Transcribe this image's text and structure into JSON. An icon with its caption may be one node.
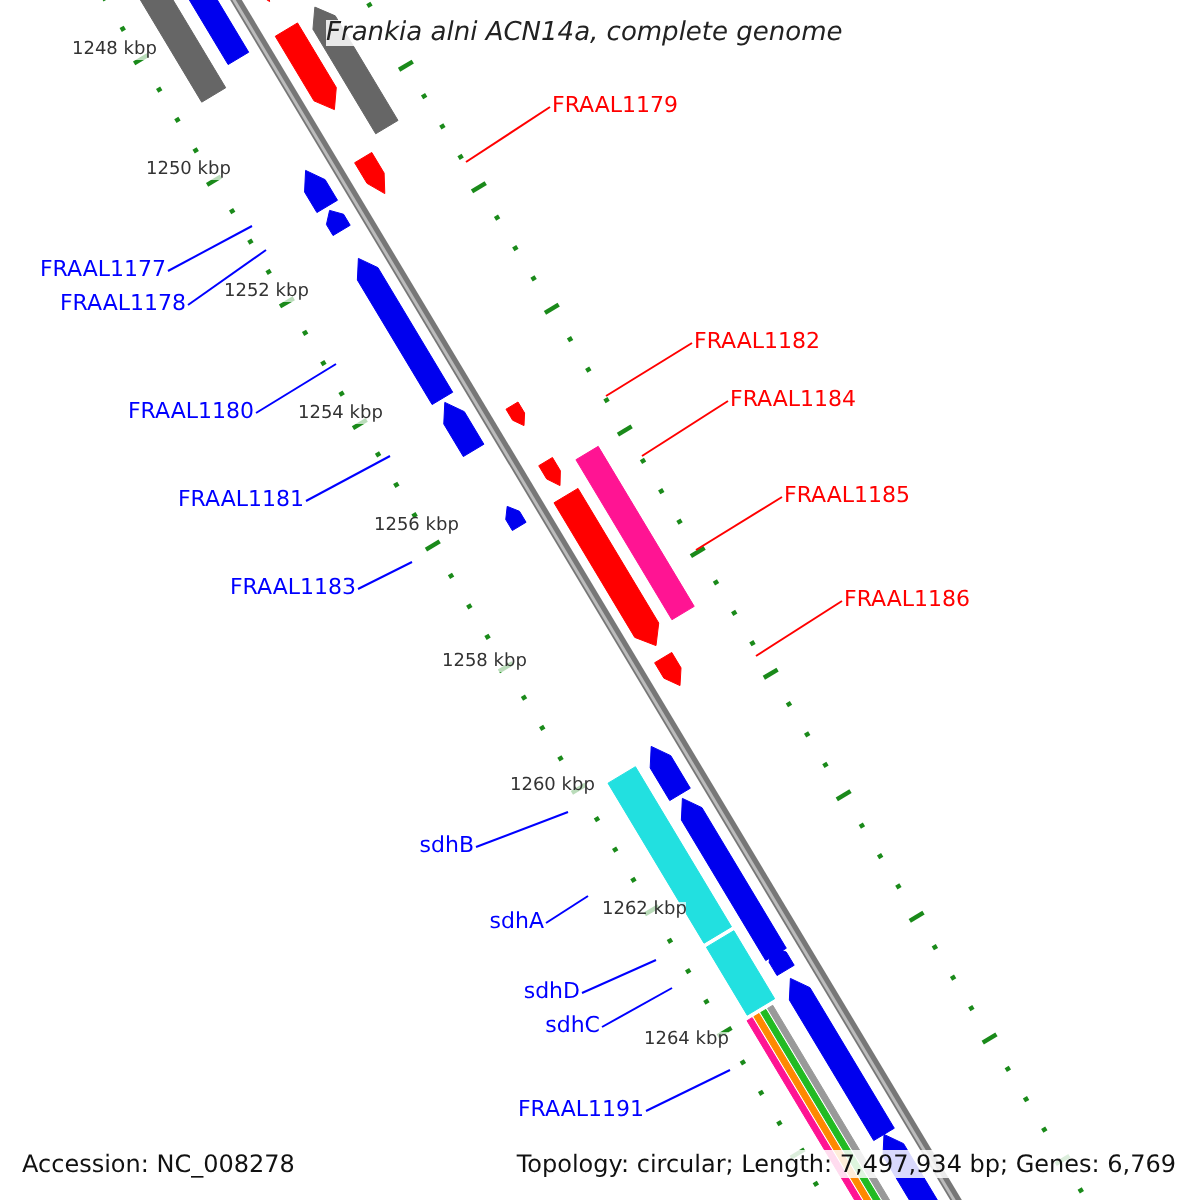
{
  "diagram": {
    "title": "Frankia alni ACN14a, complete genome",
    "nodes": [
      {
        "text": [
          "FRAAL1179"
        ]
      },
      {
        "text": [
          "FRAAL1177"
        ]
      },
      {
        "text": [
          "FRAAL1178"
        ]
      },
      {
        "text": [
          "FRAAL1182"
        ]
      },
      {
        "text": [
          "FRAAL1184"
        ]
      },
      {
        "text": [
          "FRAAL1180"
        ]
      },
      {
        "text": [
          "FRAAL1181"
        ]
      },
      {
        "text": [
          "FRAAL1185"
        ]
      },
      {
        "text": [
          "FRAAL1183"
        ]
      },
      {
        "text": [
          "FRAAL1186"
        ]
      },
      {
        "text": [
          "sdhB"
        ]
      },
      {
        "text": [
          "sdhA"
        ]
      },
      {
        "text": [
          "sdhD"
        ]
      },
      {
        "text": [
          "sdhC"
        ]
      },
      {
        "text": [
          "FRAAL1191"
        ]
      }
    ],
    "edges": [
      {
        "from": 0,
        "to": null,
        "arrow": "none",
        "color": "#ff0000"
      },
      {
        "from": 1,
        "to": null,
        "arrow": "none"
      },
      {
        "from": 2,
        "to": null,
        "arrow": "none"
      },
      {
        "from": 3,
        "to": null,
        "arrow": "none",
        "color": "#ff0000"
      },
      {
        "from": 4,
        "to": null,
        "arrow": "none",
        "color": "#ff0000"
      },
      {
        "from": 5,
        "to": null,
        "arrow": "none"
      },
      {
        "from": 6,
        "to": null,
        "arrow": "none"
      },
      {
        "from": 7,
        "to": null,
        "arrow": "none",
        "color": "#ff0000"
      },
      {
        "from": 8,
        "to": null,
        "arrow": "none"
      },
      {
        "from": 9,
        "to": null,
        "arrow": "none",
        "color": "#ff0000"
      },
      {
        "from": 10,
        "to": null,
        "arrow": "none"
      },
      {
        "from": 11,
        "to": null,
        "arrow": "none"
      },
      {
        "from": 12,
        "to": null,
        "arrow": "none"
      },
      {
        "from": 13,
        "to": null,
        "arrow": "none"
      },
      {
        "from": 14,
        "to": null,
        "arrow": "none"
      }
    ],
    "labels": [
      "1248 kbp",
      "1250 kbp",
      "1252 kbp",
      "1254 kbp",
      "1256 kbp",
      "1258 kbp",
      "1260 kbp",
      "1262 kbp",
      "1264 kbp",
      "Accession: NC_008278",
      "Topology: circular; Length: 7,497,934 bp; Genes: 6,769"
    ]
  }
}
